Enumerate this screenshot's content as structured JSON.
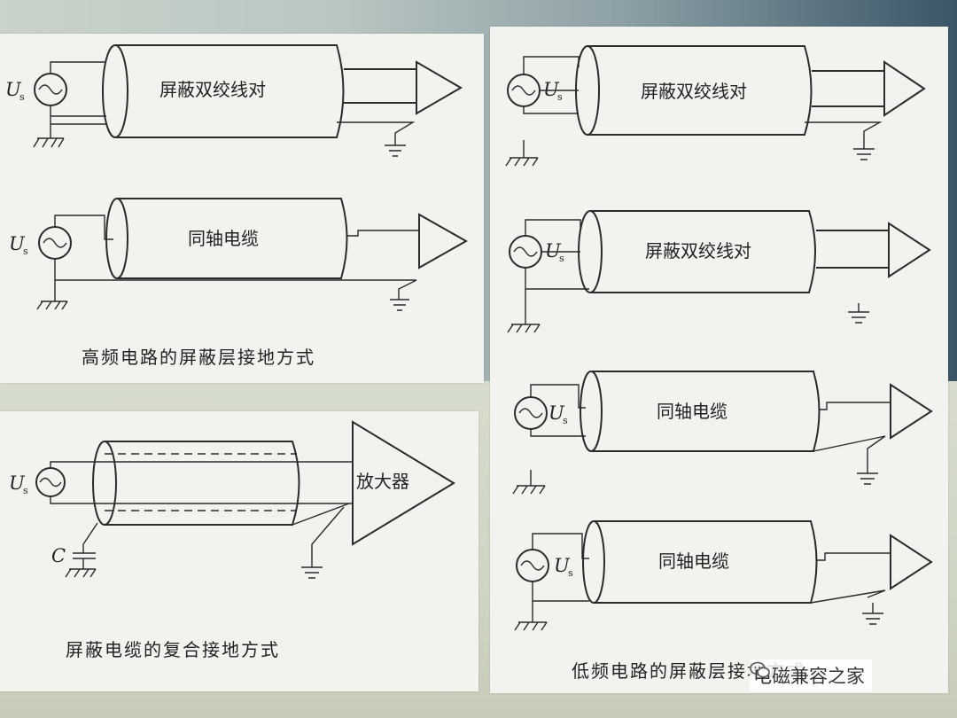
{
  "panel_a": {
    "cable1_label": "屏蔽双绞线对",
    "cable2_label": "同轴电缆",
    "source_symbol": "U",
    "source_subscript": "s",
    "caption": "高频电路的屏蔽层接地方式"
  },
  "panel_b": {
    "source_symbol": "U",
    "source_subscript": "s",
    "amplifier_label": "放大器",
    "capacitor_label": "C",
    "caption": "屏蔽电缆的复合接地方式"
  },
  "panel_c": {
    "cable1_label": "屏蔽双绞线对",
    "cable2_label": "屏蔽双绞线对",
    "cable3_label": "同轴电缆",
    "cable4_label": "同轴电缆",
    "source_symbol": "U",
    "source_subscript": "s",
    "caption": "低频电路的屏蔽层接地方式"
  },
  "watermark": {
    "text": "电磁兼容之家"
  }
}
